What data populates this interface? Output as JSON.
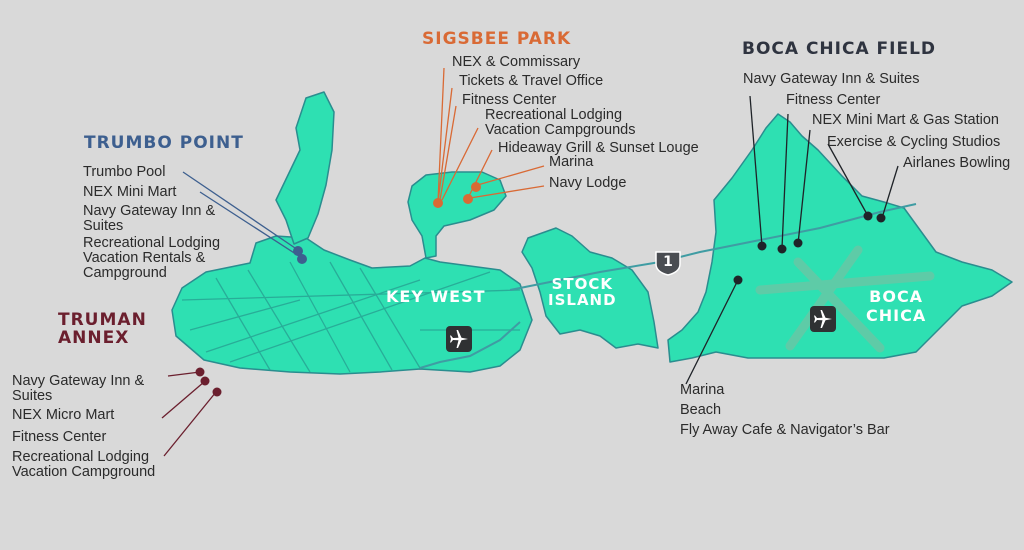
{
  "colors": {
    "background": "#d9d9d9",
    "land": "#2ee0b2",
    "land_edge": "#2a8d8f",
    "sigsbee": "#d96a35",
    "trumbo": "#3d5f8f",
    "truman": "#6b1f2e",
    "boca": "#2f3440"
  },
  "regions": {
    "sigsbee": {
      "title": "SIGSBEE PARK",
      "items": [
        "NEX & Commissary",
        "Tickets & Travel Office",
        "Fitness Center",
        "Recreational Lodging",
        "Vacation Campgrounds",
        "Hideaway Grill & Sunset Louge",
        "Marina",
        "Navy Lodge"
      ]
    },
    "boca_field": {
      "title": "BOCA CHICA FIELD",
      "items": [
        "Navy Gateway Inn & Suites",
        "Fitness Center",
        "NEX Mini Mart & Gas Station",
        "Exercise & Cycling Studios",
        "Airlanes Bowling"
      ]
    },
    "trumbo": {
      "title": "TRUMBO POINT",
      "items": [
        "Trumbo Pool",
        "NEX Mini Mart",
        "Navy Gateway Inn &",
        "Suites",
        "Recreational Lodging",
        "Vacation Rentals &",
        "Campground"
      ]
    },
    "truman": {
      "title": [
        "TRUMAN",
        "ANNEX"
      ],
      "items": [
        "Navy Gateway Inn &",
        "Suites",
        "NEX Micro Mart",
        "Fitness Center",
        "Recreational Lodging",
        "Vacation Campground"
      ]
    },
    "stock_bottom": {
      "items": [
        "Marina",
        "Beach",
        "Fly Away Cafe & Navigator’s Bar"
      ]
    }
  },
  "map_labels": {
    "key_west": "KEY WEST",
    "stock_island": [
      "STOCK",
      "ISLAND"
    ],
    "boca_chica": [
      "BOCA",
      "CHICA"
    ]
  },
  "highway": {
    "number": "1"
  },
  "icons": {
    "key_west_airport": "airplane-icon",
    "boca_chica_airport": "airplane-icon",
    "highway_shield": "us-highway-shield-icon"
  }
}
